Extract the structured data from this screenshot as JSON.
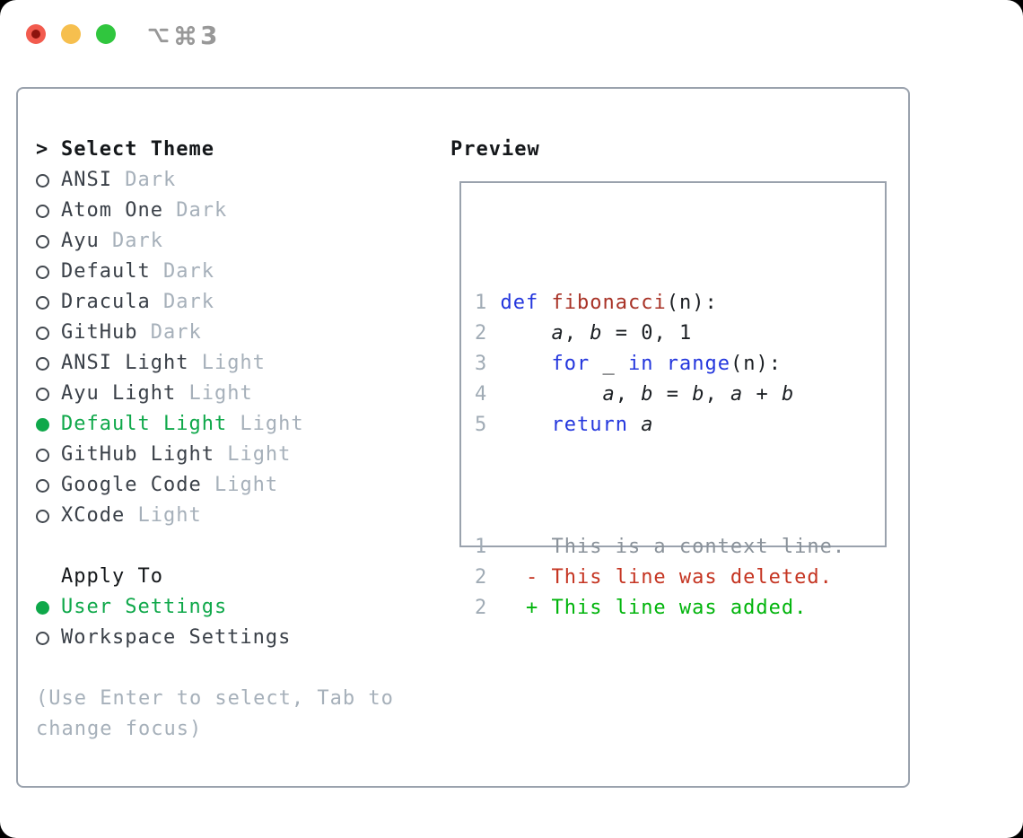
{
  "window": {
    "shortcut": "⌥⌘3"
  },
  "traffic_lights": {
    "close": "#f25b4e",
    "minimize": "#f6bf4e",
    "zoom": "#30c63e"
  },
  "theme_picker": {
    "prompt": ">",
    "heading": "Select Theme",
    "items": [
      {
        "name": "ANSI",
        "variant": "Dark",
        "selected": false
      },
      {
        "name": "Atom One",
        "variant": "Dark",
        "selected": false
      },
      {
        "name": "Ayu",
        "variant": "Dark",
        "selected": false
      },
      {
        "name": "Default",
        "variant": "Dark",
        "selected": false
      },
      {
        "name": "Dracula",
        "variant": "Dark",
        "selected": false
      },
      {
        "name": "GitHub",
        "variant": "Dark",
        "selected": false
      },
      {
        "name": "ANSI Light",
        "variant": "Light",
        "selected": false
      },
      {
        "name": "Ayu Light",
        "variant": "Light",
        "selected": false
      },
      {
        "name": "Default Light",
        "variant": "Light",
        "selected": true
      },
      {
        "name": "GitHub Light",
        "variant": "Light",
        "selected": false
      },
      {
        "name": "Google Code",
        "variant": "Light",
        "selected": false
      },
      {
        "name": "XCode",
        "variant": "Light",
        "selected": false
      }
    ]
  },
  "apply_to": {
    "heading": "Apply To",
    "options": [
      {
        "label": "User Settings",
        "selected": true
      },
      {
        "label": "Workspace Settings",
        "selected": false
      }
    ]
  },
  "help_text": "(Use Enter to select, Tab to change focus)",
  "preview": {
    "heading": "Preview",
    "code_lines": [
      {
        "num": "1",
        "tokens": [
          {
            "text": " ",
            "style": "plain"
          },
          {
            "text": "def",
            "style": "keyword"
          },
          {
            "text": " ",
            "style": "plain"
          },
          {
            "text": "fibonacci",
            "style": "function"
          },
          {
            "text": "(n):",
            "style": "plain"
          }
        ]
      },
      {
        "num": "2",
        "tokens": [
          {
            "text": "     ",
            "style": "plain"
          },
          {
            "text": "a",
            "style": "variable"
          },
          {
            "text": ", ",
            "style": "plain"
          },
          {
            "text": "b",
            "style": "variable"
          },
          {
            "text": " = 0, 1",
            "style": "plain"
          }
        ]
      },
      {
        "num": "3",
        "tokens": [
          {
            "text": "     ",
            "style": "plain"
          },
          {
            "text": "for",
            "style": "keyword"
          },
          {
            "text": " _ ",
            "style": "plain"
          },
          {
            "text": "in",
            "style": "keyword"
          },
          {
            "text": " ",
            "style": "plain"
          },
          {
            "text": "range",
            "style": "keyword"
          },
          {
            "text": "(n):",
            "style": "plain"
          }
        ]
      },
      {
        "num": "4",
        "tokens": [
          {
            "text": "         ",
            "style": "plain"
          },
          {
            "text": "a",
            "style": "variable"
          },
          {
            "text": ", ",
            "style": "plain"
          },
          {
            "text": "b",
            "style": "variable"
          },
          {
            "text": " = ",
            "style": "plain"
          },
          {
            "text": "b",
            "style": "variable"
          },
          {
            "text": ", ",
            "style": "plain"
          },
          {
            "text": "a",
            "style": "variable"
          },
          {
            "text": " + ",
            "style": "plain"
          },
          {
            "text": "b",
            "style": "variable"
          }
        ]
      },
      {
        "num": "5",
        "tokens": [
          {
            "text": "     ",
            "style": "plain"
          },
          {
            "text": "return",
            "style": "keyword"
          },
          {
            "text": " ",
            "style": "plain"
          },
          {
            "text": "a",
            "style": "variable"
          }
        ]
      }
    ],
    "diff_lines": [
      {
        "num": "1",
        "body": "     This is a context line.",
        "style": "context"
      },
      {
        "num": "2",
        "body": "   - This line was deleted.",
        "style": "deleted"
      },
      {
        "num": "2",
        "body": "   + This line was added.",
        "style": "added"
      }
    ]
  },
  "colors": {
    "keyword": "#2336dd",
    "function": "#a83226",
    "plain": "#1b1f23",
    "line_number": "#a0abb5",
    "context": "#8a929a",
    "deleted": "#c53522",
    "added": "#00b40b",
    "selected_green": "#0fa84a",
    "muted": "#a6b0ba",
    "label": "#3a4048",
    "heading": "#14171a",
    "border": "#9aa2ad"
  }
}
